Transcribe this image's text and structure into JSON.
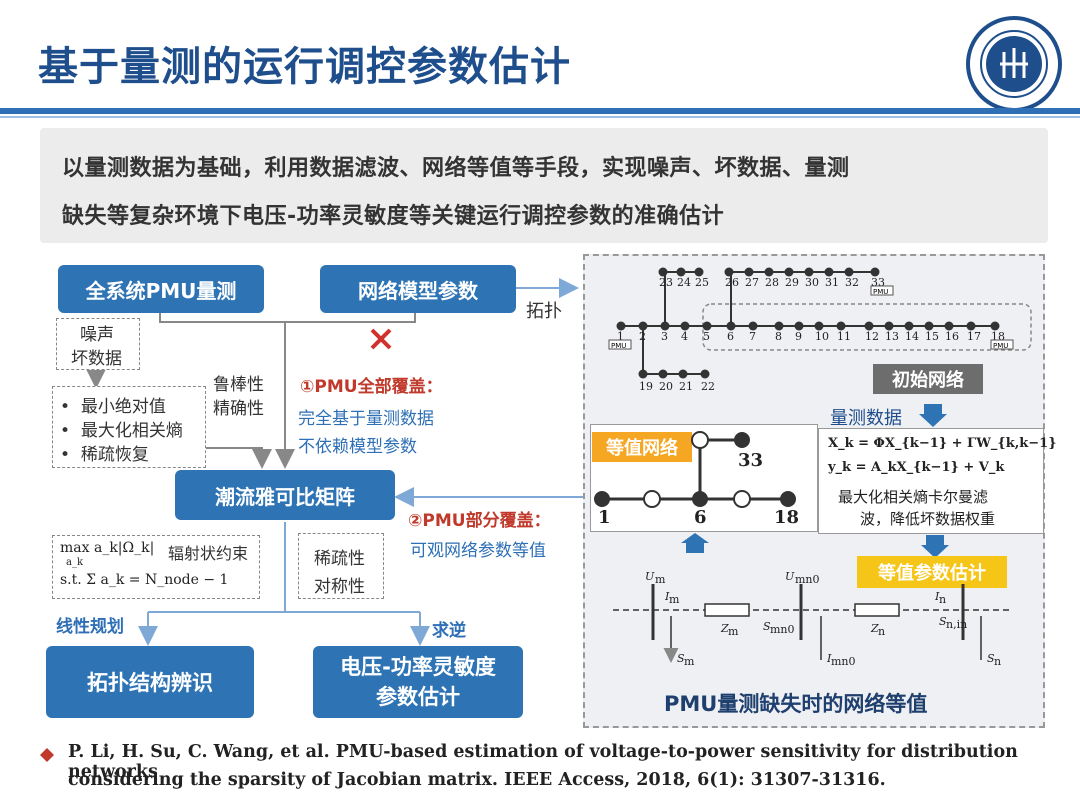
{
  "title": "基于量测的运行调控参数估计",
  "summary": {
    "line1": "以量测数据为基础，利用数据滤波、网络等值等手段，实现噪声、坏数据、量测",
    "line2": "缺失等复杂环境下电压-功率灵敏度等关键运行调控参数的准确估计"
  },
  "left": {
    "pmu_box": "全系统PMU量测",
    "model_box": "网络模型参数",
    "topo_label": "拓扑",
    "noise_line1": "噪声",
    "noise_line2": "坏数据",
    "methods": [
      "最小绝对值",
      "最大化相关熵",
      "稀疏恢复"
    ],
    "robust_line1": "鲁棒性",
    "robust_line2": "精确性",
    "cover_full_title": "①PMU全部覆盖：",
    "cover_full_l1": "完全基于量测数据",
    "cover_full_l2": "不依赖模型参数",
    "jacobian_box": "潮流雅可比矩阵",
    "cover_part_title": "②PMU部分覆盖：",
    "cover_part_l1": "可观网络参数等值",
    "formula_l1": "max a_k|Ω_k|",
    "formula_l1_sub": "a_k",
    "formula_radial": "辐射状约束",
    "formula_l2": "s.t. Σ a_k = N_node − 1",
    "sparse_l1": "稀疏性",
    "sparse_l2": "对称性",
    "lp_label": "线性规划",
    "inverse_label": "求逆",
    "topo_box": "拓扑结构辨识",
    "sens_box_l1": "电压-功率灵敏度",
    "sens_box_l2": "参数估计"
  },
  "right": {
    "top_nodes_labels": [
      "23",
      "24",
      "25",
      "26",
      "27",
      "28",
      "29",
      "30",
      "31",
      "32",
      "33"
    ],
    "main_nodes_labels": [
      "1",
      "2",
      "3",
      "4",
      "5",
      "6",
      "7",
      "8",
      "9",
      "10",
      "11",
      "12",
      "13",
      "14",
      "15",
      "16",
      "17",
      "18"
    ],
    "bottom_nodes_labels": [
      "19",
      "20",
      "21",
      "22"
    ],
    "pmu_tag": "PMU",
    "initial_network": "初始网络",
    "measure_data": "量测数据",
    "equiv_network": "等值网络",
    "eq_nodes": [
      "1",
      "6",
      "18",
      "33"
    ],
    "eq1": "X_k = ΦX_{k−1} + ΓW_{k,k−1}",
    "eq2": "y_k = A_kX_{k−1} + V_k",
    "kalman_l1": "最大化相关熵卡尔曼滤",
    "kalman_l2": "波，降低坏数据权重",
    "equiv_param": "等值参数估计",
    "circuit": {
      "Um": "U_m",
      "Umn0": "U_mn0",
      "Im": "I_m",
      "Zm": "Z_m",
      "Smn0": "S_mn0",
      "Zn": "Z_n",
      "In": "I_n",
      "Snin": "S_n,in",
      "Sm": "S_m",
      "Imn0": "I_mn0",
      "Sn": "S_n"
    },
    "caption": "PMU量测缺失时的网络等值"
  },
  "reference": "P. Li, H. Su, C. Wang, et al. PMU-based estimation of voltage-to-power sensitivity for distribution networks considering the sparsity of Jacobian matrix. IEEE Access, 2018, 6(1): 31307-31316.",
  "reference_l1": "P. Li, H. Su, C. Wang, et al. PMU-based estimation of voltage-to-power sensitivity for distribution networks",
  "reference_l2": "considering the sparsity of Jacobian matrix. IEEE Access, 2018, 6(1): 31307-31316.",
  "colors": {
    "accent": "#2e74b5",
    "red": "#c0392b",
    "orange": "#f5a623"
  }
}
